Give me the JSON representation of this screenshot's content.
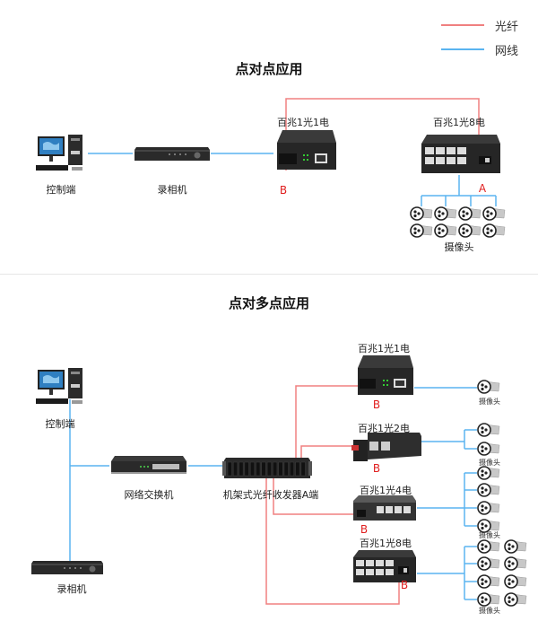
{
  "legend": {
    "fiber": {
      "label": "光纤",
      "color": "#f08080"
    },
    "cable": {
      "label": "网线",
      "color": "#5ab4f0"
    }
  },
  "section1": {
    "title": "点对点应用",
    "devices": {
      "pc": "控制端",
      "nvr": "录相机",
      "converter_1_1": "百兆1光1电",
      "converter_1_8": "百兆1光8电",
      "cameras": "摄像头"
    },
    "marks": {
      "b": "B",
      "a": "A"
    }
  },
  "section2": {
    "title": "点对多点应用",
    "devices": {
      "pc": "控制端",
      "switch": "网络交换机",
      "rack": "机架式光纤收发器A端",
      "nvr": "录相机",
      "converter_1_1": "百兆1光1电",
      "converter_1_2": "百兆1光2电",
      "converter_1_4": "百兆1光4电",
      "converter_1_8": "百兆1光8电",
      "cameras": "摄像头"
    },
    "marks": {
      "b": "B"
    }
  }
}
